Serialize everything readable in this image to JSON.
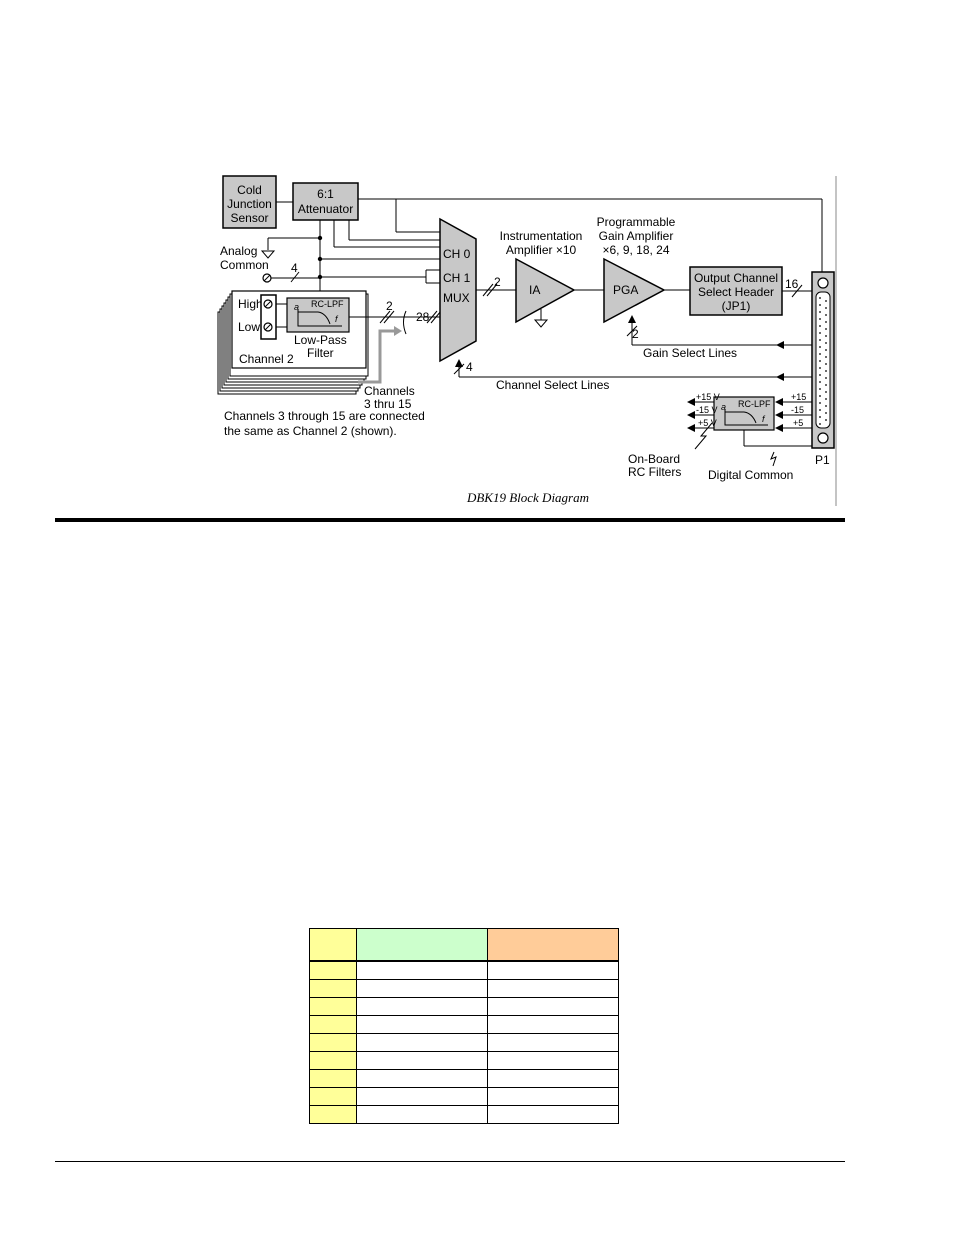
{
  "diagram": {
    "labels": {
      "cjs_1": "Cold",
      "cjs_2": "Junction",
      "cjs_3": "Sensor",
      "att_1": "6:1",
      "att_2": "Attenuator",
      "analog_1": "Analog",
      "analog_2": "Common",
      "bus_4": "4",
      "high": "High",
      "low": "Low",
      "rclpf": "RC-LPF",
      "a": "a",
      "f": "f",
      "lpf_1": "Low-Pass",
      "lpf_2": "Filter",
      "channel2": "Channel 2",
      "bus_2a": "2",
      "bus_28": "28",
      "channels_1": "Channels",
      "channels_2": "3 thru 15",
      "note_1": "Channels 3 through 15 are connected",
      "note_2": "the same as Channel 2 (shown).",
      "ch0": "CH 0",
      "ch1": "CH 1",
      "mux": "MUX",
      "bus_2b": "2",
      "bus_4b": "4",
      "ia_1": "Instrumentation",
      "ia_2": "Amplifier ×10",
      "ia": "IA",
      "pga_1": "Programmable",
      "pga_2": "Gain Amplifier",
      "pga_3": "×6, 9, 18, 24",
      "pga": "PGA",
      "bus_2c": "2",
      "ocsh_1": "Output Channel",
      "ocsh_2": "Select Header",
      "ocsh_3": "(JP1)",
      "bus_16": "16",
      "gain_select": "Gain Select Lines",
      "channel_select": "Channel Select Lines",
      "v15p_l": "+15 V",
      "v15n_l": "-15 V",
      "v5p_l": "+5 V",
      "v15p_r": "+15",
      "v15n_r": "-15",
      "v5p_r": "+5",
      "onboard_1": "On-Board",
      "onboard_2": "RC Filters",
      "digital_common": "Digital Common",
      "p1": "P1"
    },
    "caption": "DBK19 Block Diagram"
  },
  "colors": {
    "block_fill": "#c8c8c8",
    "table_col0": "#ffff99",
    "table_col1_header": "#ccffcc",
    "table_col2_header": "#ffcc99"
  },
  "table": {
    "header": [
      "",
      "",
      ""
    ],
    "rows": [
      [
        "",
        "",
        ""
      ],
      [
        "",
        "",
        ""
      ],
      [
        "",
        "",
        ""
      ],
      [
        "",
        "",
        ""
      ],
      [
        "",
        "",
        ""
      ],
      [
        "",
        "",
        ""
      ],
      [
        "",
        "",
        ""
      ],
      [
        "",
        "",
        ""
      ],
      [
        "",
        "",
        ""
      ]
    ]
  }
}
